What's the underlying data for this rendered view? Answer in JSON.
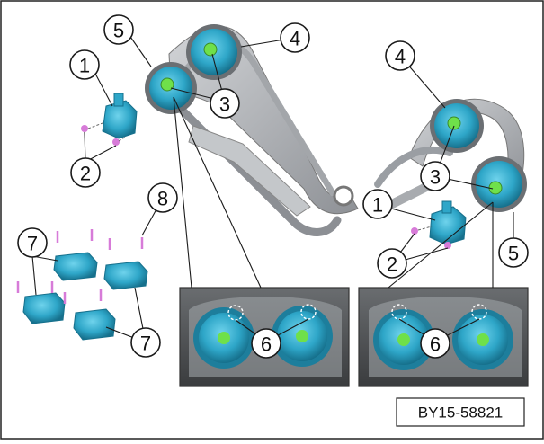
{
  "diagram": {
    "callouts": {
      "c1a": "1",
      "c1b": "1",
      "c2a": "2",
      "c2b": "2",
      "c3a": "3",
      "c3b": "3",
      "c4a": "4",
      "c4b": "4",
      "c5a": "5",
      "c5b": "5",
      "c6a": "6",
      "c6b": "6",
      "c7a": "7",
      "c7b": "7",
      "c8": "8"
    },
    "reference_code": "BY15-58821",
    "colors": {
      "part_blue": "#2ea6c8",
      "part_dark": "#1d7e9c",
      "bolt_green": "#6fe04a",
      "bolt_pink": "#d77bd8",
      "chain_gray": "#9a9ea3",
      "guide_gray": "#b8bbbf"
    }
  }
}
